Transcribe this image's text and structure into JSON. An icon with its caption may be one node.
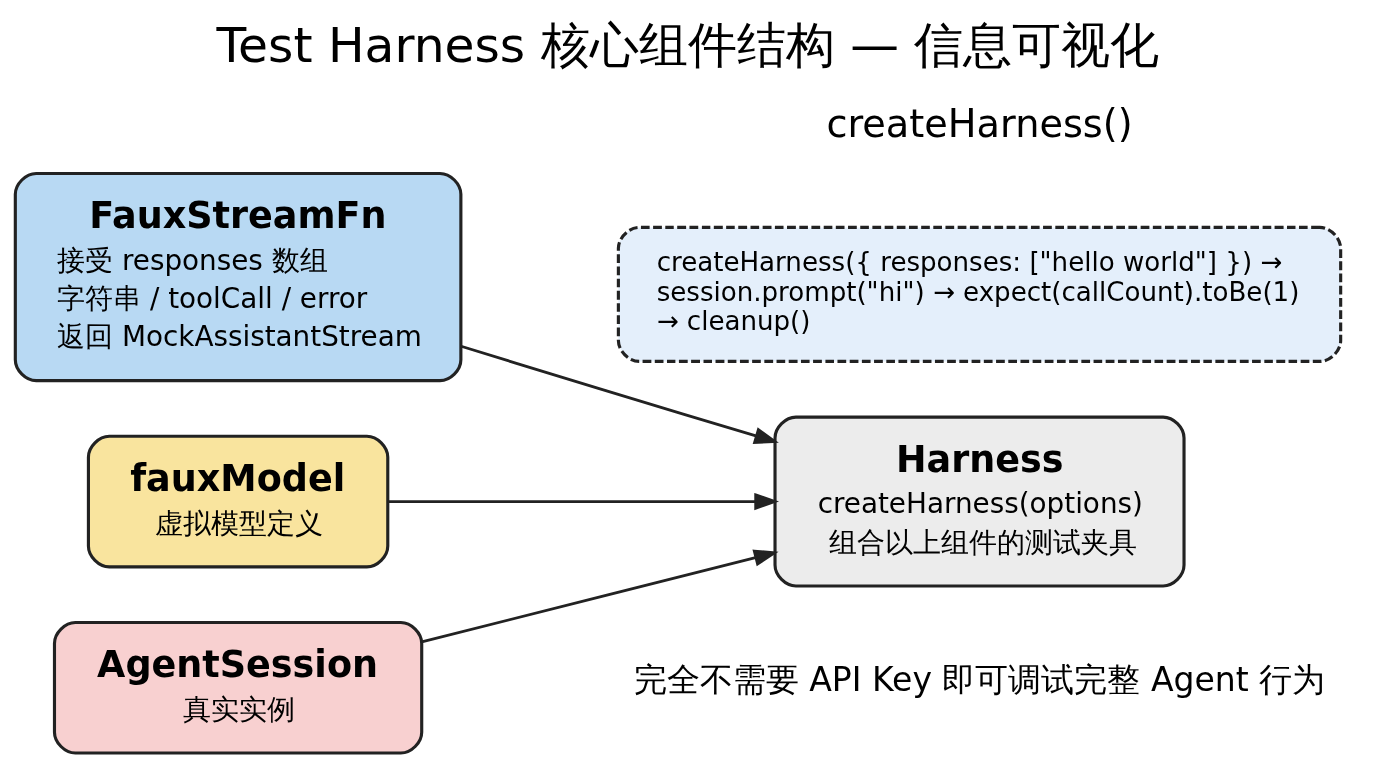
{
  "diagram": {
    "title": "Test Harness 核心组件结构 — 信息可视化",
    "nodes": [
      {
        "text": [
          "FauxStreamFn",
          "接受 responses 数组",
          "字符串 / toolCall / error",
          "返回 MockAssistantStream"
        ]
      },
      {
        "text": [
          "fauxModel",
          "虚拟模型定义"
        ]
      },
      {
        "text": [
          "Harness",
          "createHarness(options)",
          "组合以上组件的测试夹具"
        ]
      },
      {
        "text": [
          "AgentSession",
          "真实实例"
        ]
      },
      {
        "text": [
          "createHarness({ responses: [\"hello world\"] }) → session.prompt(\"hi\") → expect(callCount).toBe(1) → cleanup()"
        ]
      }
    ],
    "edges": [
      {
        "from": 0,
        "to": 2,
        "arrow": "to"
      },
      {
        "from": 1,
        "to": 2,
        "arrow": "to"
      },
      {
        "from": 3,
        "to": 2,
        "arrow": "to"
      }
    ],
    "labels": [
      "createHarness()"
    ],
    "caption": "完全不需要 API Key 即可调试完整 Agent 行为"
  }
}
